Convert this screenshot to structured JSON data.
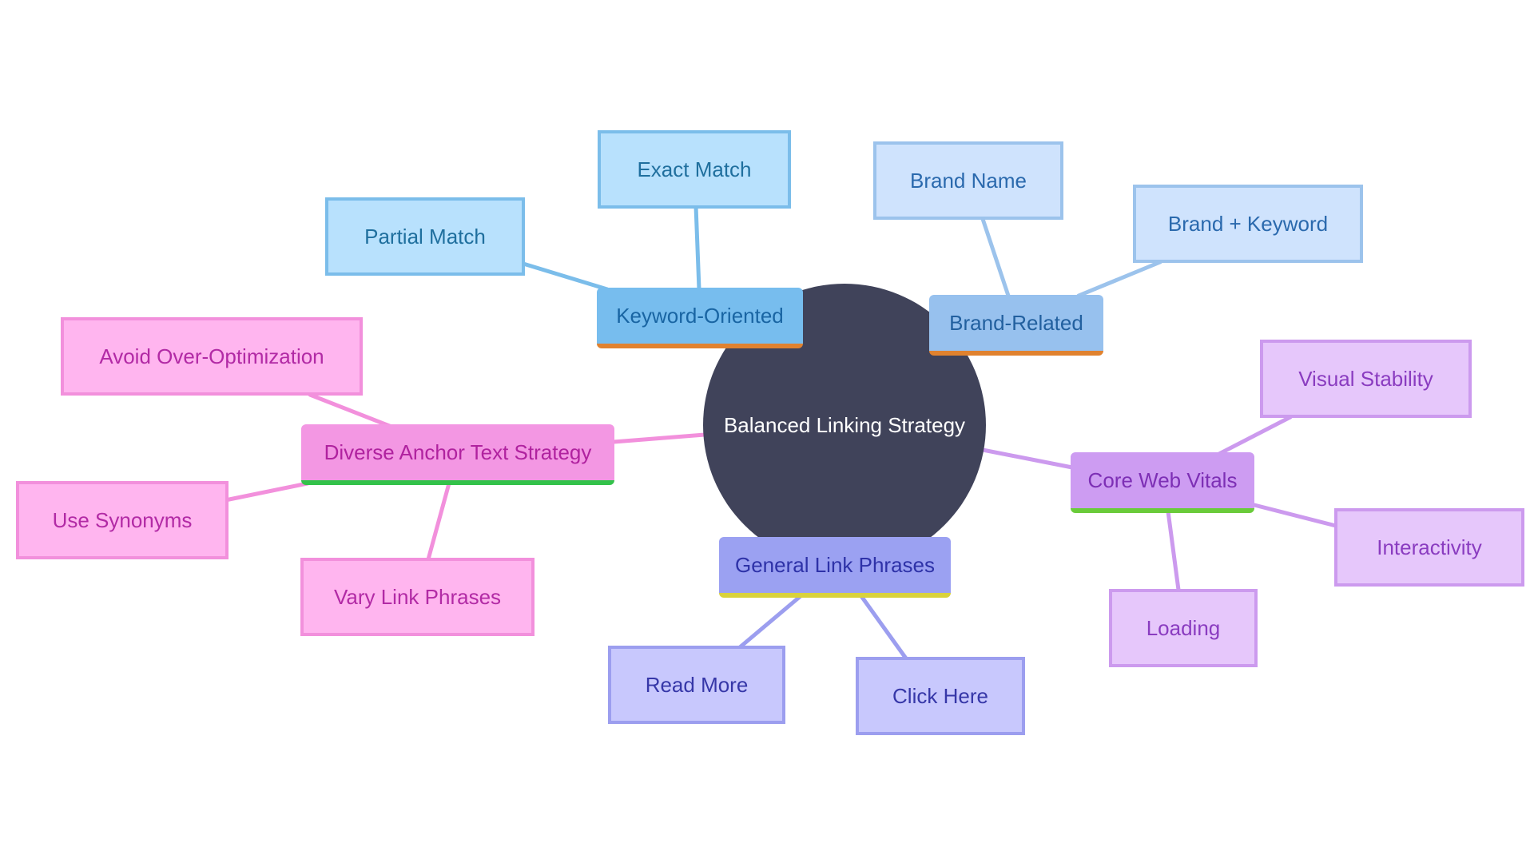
{
  "center": {
    "label": "Balanced Linking Strategy"
  },
  "branches": {
    "keyword_oriented": {
      "label": "Keyword-Oriented",
      "children": [
        "Exact Match",
        "Partial Match"
      ]
    },
    "brand_related": {
      "label": "Brand-Related",
      "children": [
        "Brand Name",
        "Brand + Keyword"
      ]
    },
    "diverse_anchor_text_strategy": {
      "label": "Diverse Anchor Text Strategy",
      "children": [
        "Avoid Over-Optimization",
        "Use Synonyms",
        "Vary Link Phrases"
      ]
    },
    "core_web_vitals": {
      "label": "Core Web Vitals",
      "children": [
        "Visual Stability",
        "Interactivity",
        "Loading"
      ]
    },
    "general_link_phrases": {
      "label": "General Link Phrases",
      "children": [
        "Read More",
        "Click Here"
      ]
    }
  },
  "colors": {
    "center_fill": "#40435a",
    "keyword_oriented": "#77bdee",
    "brand_related": "#97c1ee",
    "diverse_anchor_text_strategy": "#f397e3",
    "core_web_vitals": "#cd9cf2",
    "general_link_phrases": "#9ba1f2"
  }
}
